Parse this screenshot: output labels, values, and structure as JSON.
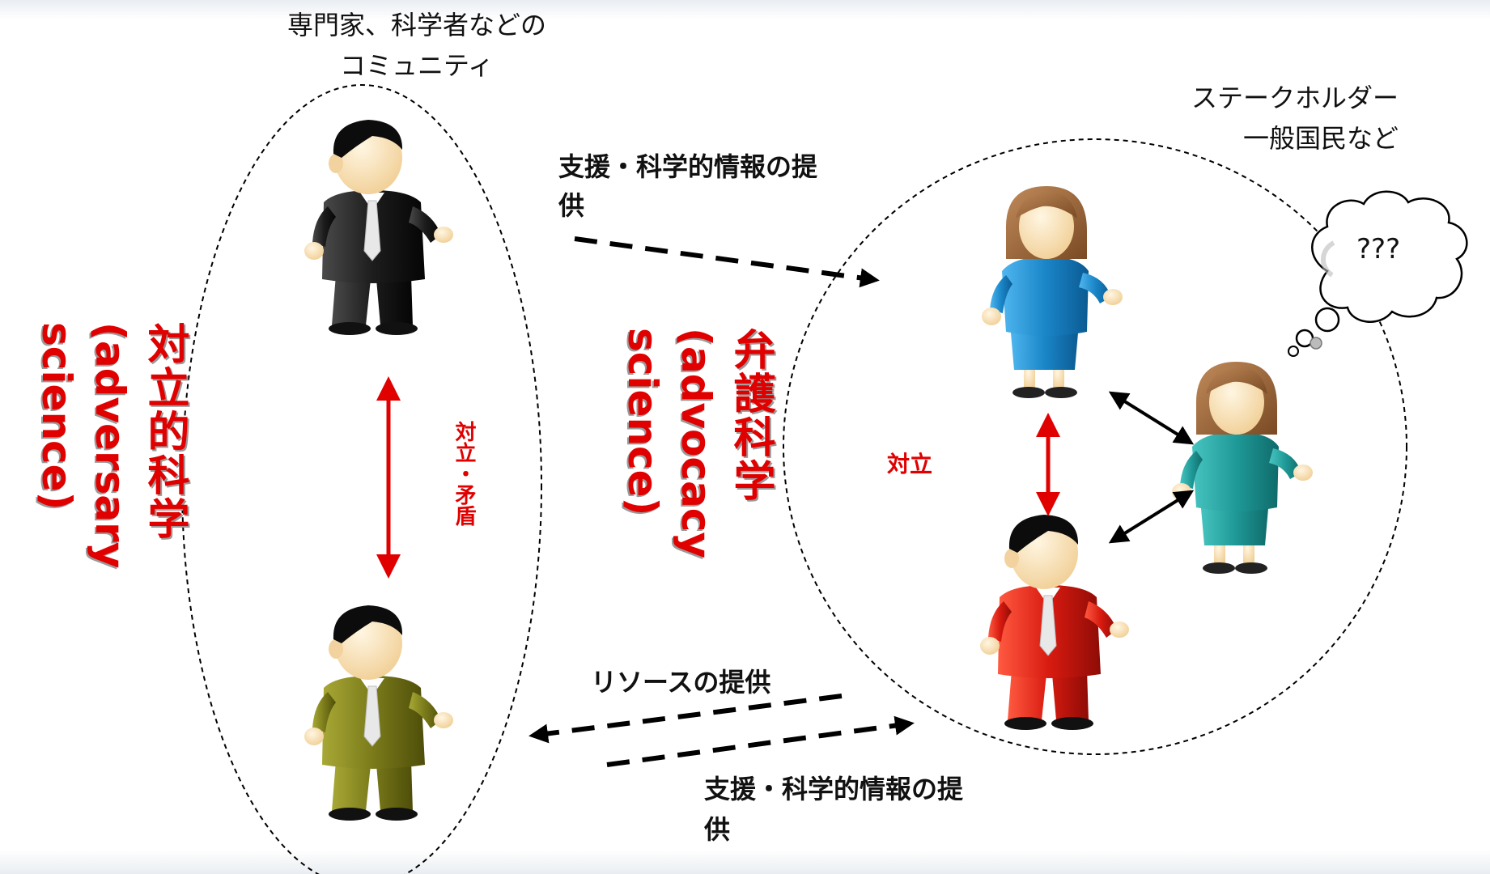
{
  "labels": {
    "expert_community_line1": "専門家、科学者などの",
    "expert_community_line2": "コミュニティ",
    "stakeholders_line1": "ステークホルダー",
    "stakeholders_line2": "一般国民など",
    "support_top_line1": "支援・科学的情報の提",
    "support_top_line2": "供",
    "resources": "リソースの提供",
    "support_bottom_line1": "支援・科学的情報の提",
    "support_bottom_line2": "供",
    "conflict_contradiction": "対立・矛盾",
    "conflict": "対立",
    "question": "???",
    "adversary_jp": "対立的科学",
    "adversary_en_line1": "(adversary",
    "adversary_en_line2": "science)",
    "advocacy_jp": "弁護科学",
    "advocacy_en_line1": "(advocacy",
    "advocacy_en_line2": "science)"
  },
  "colors": {
    "accent_red": "#e00000",
    "suit_black": "#1c1c1c",
    "suit_olive": "#7a7a1a",
    "dress_blue": "#1a86c8",
    "dress_teal": "#1f9a98",
    "suit_red": "#d81a10"
  }
}
